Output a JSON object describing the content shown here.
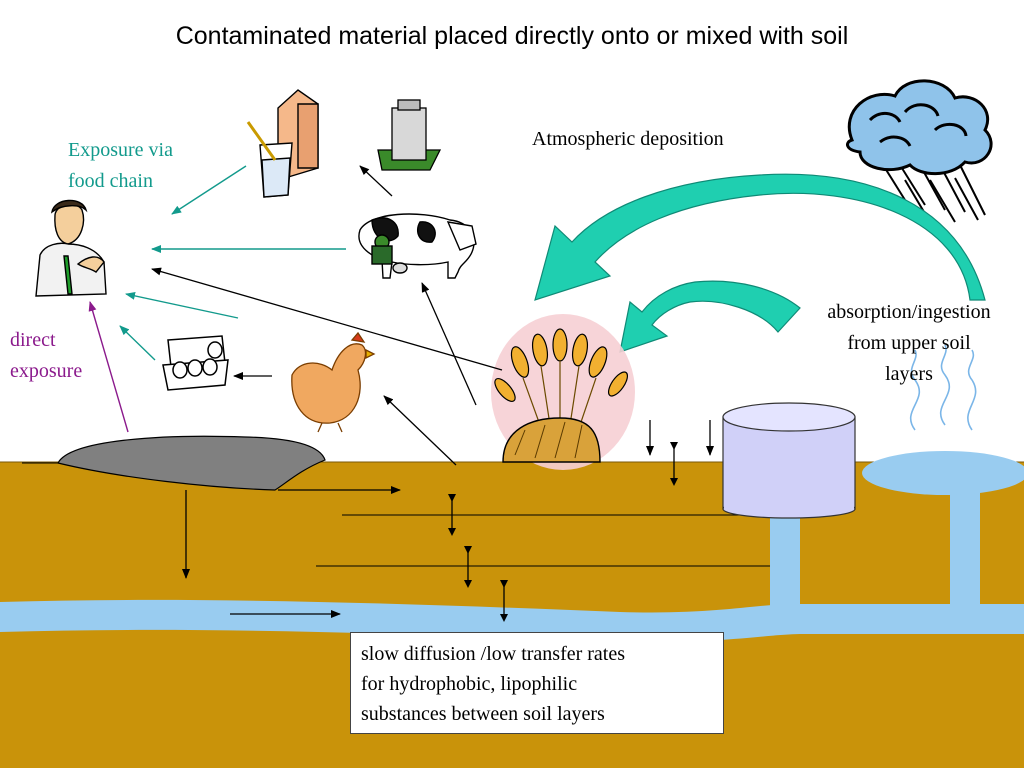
{
  "title": "Contaminated material placed directly onto or mixed with soil",
  "labels": {
    "food_chain": [
      "Exposure via",
      "food chain"
    ],
    "direct_exposure": [
      "direct",
      "exposure"
    ],
    "atmospheric": "Atmospheric deposition",
    "absorption": [
      "absorption/ingestion",
      "from upper soil",
      "layers"
    ]
  },
  "note": [
    "slow diffusion /low transfer rates",
    "for hydrophobic, lipophilic",
    "substances between soil layers"
  ],
  "colors": {
    "soil": "#c9930a",
    "groundwater": "#99ccf0",
    "deposition_arrow": "#1fcfb0",
    "teal_label": "#129a8c",
    "purple_label": "#8b1a8c",
    "tank": "#d0d0f8",
    "dump": "#808080"
  },
  "icons": [
    "person-icon",
    "milk-carton-icon",
    "milk-can-icon",
    "cow-milking-icon",
    "egg-carton-icon",
    "chicken-icon",
    "wheat-icon",
    "rain-cloud-icon",
    "vapor-icon",
    "water-tank-icon",
    "waste-dump-icon",
    "well-icon"
  ]
}
